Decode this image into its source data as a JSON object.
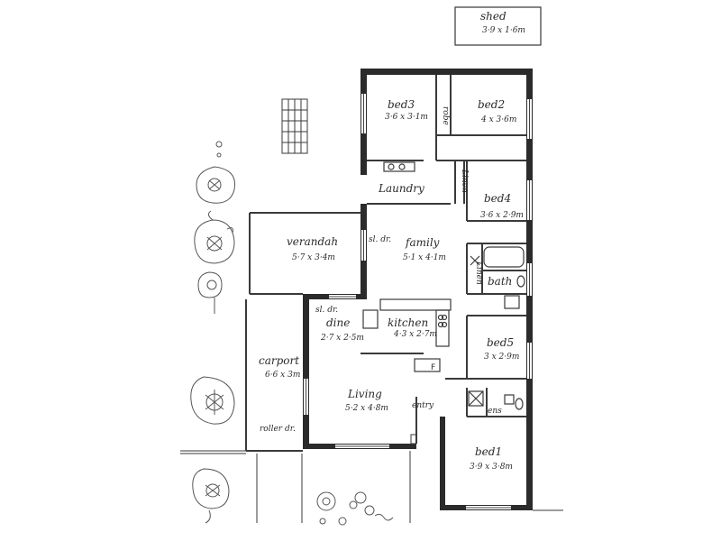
{
  "colors": {
    "wall": "#2b2b2b",
    "line": "#3a3a3a",
    "paper": "#ffffff"
  },
  "rooms": {
    "shed": {
      "name": "shed",
      "size": "3·9 x 1·6m"
    },
    "bed3": {
      "name": "bed3",
      "size": "3·6 x 3·1m"
    },
    "bed2": {
      "name": "bed2",
      "size": "4 x 3·6m"
    },
    "bed4": {
      "name": "bed4",
      "size": "3·6 x 2·9m"
    },
    "verandah": {
      "name": "verandah",
      "size": "5·7 x 3·4m"
    },
    "family": {
      "name": "family",
      "size": "5·1 x 4·1m"
    },
    "dine": {
      "name": "dine",
      "size": "2·7 x 2·5m"
    },
    "kitchen": {
      "name": "kitchen",
      "size": "4·3 x 2·7m"
    },
    "bed5": {
      "name": "bed5",
      "size": "3 x 2·9m"
    },
    "carport": {
      "name": "carport",
      "size": "6·6 x 3m"
    },
    "living": {
      "name": "Living",
      "size": "5·2 x 4·8m"
    },
    "bed1": {
      "name": "bed1",
      "size": "3·9 x 3·8m"
    }
  },
  "labels": {
    "robe": "robe",
    "laundry": "Laundry",
    "linen_upper": "Linen",
    "linen_lower": "Linen",
    "bath": "bath",
    "sliding_door_family": "sl. dr.",
    "sliding_door_dine": "sl. dr.",
    "entry": "entry",
    "ens": "ens",
    "roller_door": "roller dr."
  }
}
